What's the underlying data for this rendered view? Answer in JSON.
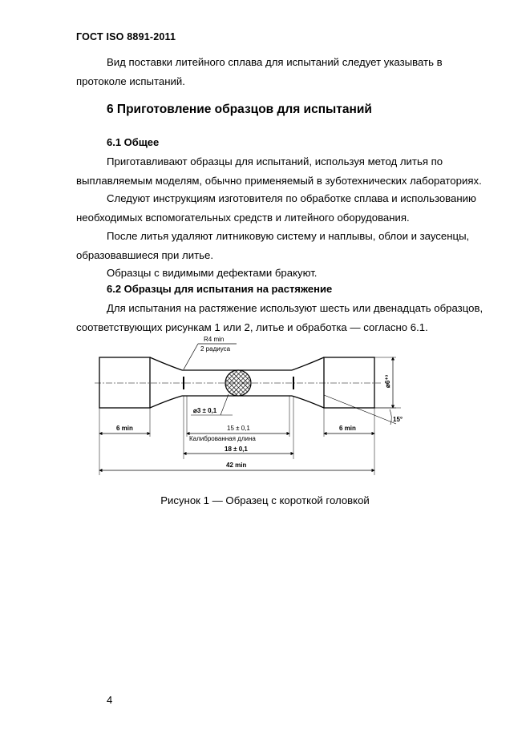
{
  "header": "ГОСТ ISO 8891-2011",
  "intro": {
    "line1": "Вид поставки литейного сплава для испытаний следует указывать в",
    "line2": "протоколе испытаний."
  },
  "section6": {
    "title": "6 Приготовление образцов для испытаний",
    "sub1": {
      "title": "6.1 Общее",
      "p1_l1": "Приготавливают образцы для испытаний, используя метод литья по",
      "p1_l2": "выплавляемым моделям, обычно применяемый в зуботехнических лабораториях.",
      "p2_l1": "Следуют инструкциям изготовителя по обработке сплава и использованию",
      "p2_l2": "необходимых вспомогательных средств и литейного оборудования.",
      "p3_l1": "После литья удаляют литниковую систему и наплывы, облои и заусенцы,",
      "p3_l2": "образовавшиеся при литье.",
      "p4": "Образцы с видимыми дефектами бракуют."
    },
    "sub2": {
      "title": "6.2 Образцы для испытания на растяжение",
      "p1_l1": "Для испытания на растяжение используют шесть или двенадцать образцов,",
      "p1_l2": "соответствующих рисункам 1 или 2, литье и обработка — согласно 6.1."
    }
  },
  "figure": {
    "r_label": "R4 min",
    "r_label2": "2 радиуса",
    "dia_center": "⌀3 ± 0,1",
    "dia_head": "⌀6⁺³",
    "angle": "15°",
    "gauge_len": "15 ± 0,1",
    "gauge_caption": "Калиброванная длина",
    "mid_len": "18 ± 0,1",
    "total_len": "42 min",
    "head_left": "6 min",
    "head_right": "6 min",
    "caption": "Рисунок 1 — Образец с короткой головкой"
  },
  "page_number": "4"
}
